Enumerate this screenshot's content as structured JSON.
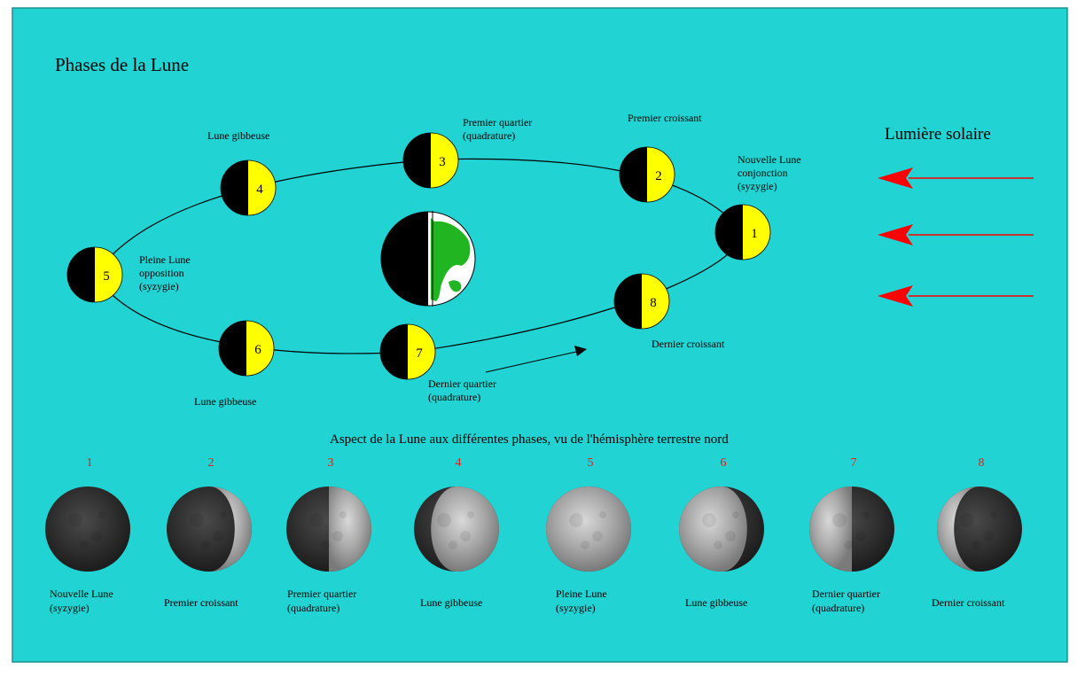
{
  "title": "Phases de la Lune",
  "sunlight_label": "Lumière solaire",
  "bottom_title": "Aspect de la Lune aux différentes phases, vu de l'hémisphère terrestre nord",
  "orbit_positions": [
    {
      "number": "1",
      "label_lines": [
        "Nouvelle Lune",
        "conjonction",
        "(syzygie)"
      ]
    },
    {
      "number": "2",
      "label_lines": [
        "Premier croissant"
      ]
    },
    {
      "number": "3",
      "label_lines": [
        "Premier quartier",
        "(quadrature)"
      ]
    },
    {
      "number": "4",
      "label_lines": [
        "Lune gibbeuse"
      ]
    },
    {
      "number": "5",
      "label_lines": [
        "Pleine Lune",
        "opposition",
        "(syzygie)"
      ]
    },
    {
      "number": "6",
      "label_lines": [
        "Lune gibbeuse"
      ]
    },
    {
      "number": "7",
      "label_lines": [
        "Dernier quartier",
        "(quadrature)"
      ]
    },
    {
      "number": "8",
      "label_lines": [
        "Dernier croissant"
      ]
    }
  ],
  "bottom_phases": [
    {
      "number": "1",
      "label_lines": [
        "Nouvelle Lune",
        "(syzygie)"
      ],
      "illumination": 0.0,
      "lit_side": "right"
    },
    {
      "number": "2",
      "label_lines": [
        "Premier croissant"
      ],
      "illumination": 0.2,
      "lit_side": "right"
    },
    {
      "number": "3",
      "label_lines": [
        "Premier quartier",
        "(quadrature)"
      ],
      "illumination": 0.5,
      "lit_side": "right"
    },
    {
      "number": "4",
      "label_lines": [
        "Lune gibbeuse"
      ],
      "illumination": 0.8,
      "lit_side": "right"
    },
    {
      "number": "5",
      "label_lines": [
        "Pleine Lune",
        "(syzygie)"
      ],
      "illumination": 1.0,
      "lit_side": "right"
    },
    {
      "number": "6",
      "label_lines": [
        "Lune gibbeuse"
      ],
      "illumination": 0.8,
      "lit_side": "left"
    },
    {
      "number": "7",
      "label_lines": [
        "Dernier quartier",
        "(quadrature)"
      ],
      "illumination": 0.5,
      "lit_side": "left"
    },
    {
      "number": "8",
      "label_lines": [
        "Dernier croissant"
      ],
      "illumination": 0.2,
      "lit_side": "left"
    }
  ],
  "colors": {
    "background": "#22d3d3",
    "moon_lit": "#ffff00",
    "moon_dark": "#000000",
    "earth_land": "#22b522",
    "earth_ocean": "#ffffff",
    "arrow": "#ff0000",
    "phase_number": "#e0201a",
    "text": "#000000"
  }
}
